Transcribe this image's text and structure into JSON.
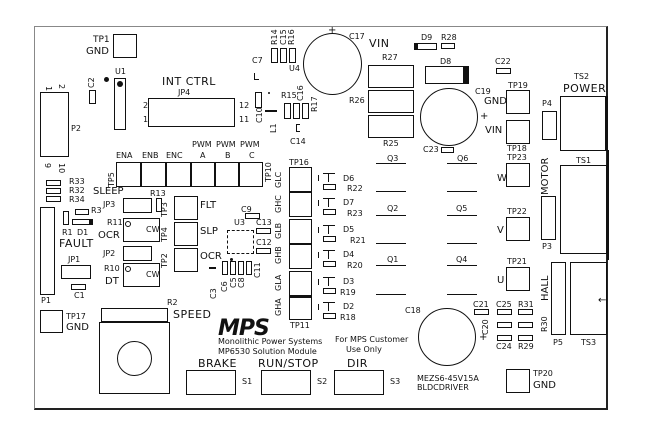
{
  "board": {
    "manufacturer_logo": "MPS",
    "company_line1": "Monolithic Power Systems",
    "company_line2": "MP6530 Solution Module",
    "notice_line1": "For MPS Customer",
    "notice_line2": "Use Only",
    "part_line1": "MEZS6-45V15A",
    "part_line2": "BLDCDRIVER"
  },
  "testpoints": {
    "tp1": {
      "ref": "TP1",
      "label": "GND"
    },
    "tp17": {
      "ref": "TP17",
      "label": "GND"
    },
    "tp20": {
      "ref": "TP20",
      "label": "GND"
    },
    "tp19": {
      "ref": "TP19",
      "label": "GND"
    },
    "tp18": {
      "ref": "TP18",
      "label": "VIN"
    },
    "tp23": {
      "ref": "TP23",
      "label": "W"
    },
    "tp22": {
      "ref": "TP22",
      "label": "V"
    },
    "tp21": {
      "ref": "TP21",
      "label": "U"
    },
    "tp5": {
      "ref": "TP5"
    },
    "tp10": {
      "ref": "TP10"
    },
    "tp3": {
      "ref": "TP3",
      "label": "FLT"
    },
    "tp4": {
      "ref": "TP4",
      "label": "SLP"
    },
    "tp2": {
      "ref": "TP2",
      "label": "OCR"
    },
    "tp16": {
      "ref": "TP16"
    },
    "tp11": {
      "ref": "TP11"
    }
  },
  "signal_row": [
    "ENA",
    "ENB",
    "ENC",
    "PWM A",
    "PWM B",
    "PWM C"
  ],
  "signal_row_top": [
    "",
    "",
    "",
    "PWM",
    "PWM",
    "PWM"
  ],
  "signal_row_bottom": [
    "ENA",
    "ENB",
    "ENC",
    "A",
    "B",
    "C"
  ],
  "gate_labels": [
    "GLC",
    "GHC",
    "GLB",
    "GHB",
    "GLA",
    "GHA"
  ],
  "diodes_right": [
    {
      "d": "D6",
      "r": "R22"
    },
    {
      "d": "D7",
      "r": "R23"
    },
    {
      "d": "D5",
      "r": "R21"
    },
    {
      "d": "D4",
      "r": "R20"
    },
    {
      "d": "D3",
      "r": "R19"
    },
    {
      "d": "D2",
      "r": "R18"
    }
  ],
  "mosfets": [
    "Q3",
    "Q6",
    "Q2",
    "Q5",
    "Q1",
    "Q4"
  ],
  "components": {
    "u1": "U1",
    "u3": "U3",
    "u4": "U4",
    "c1": "C1",
    "c2": "C2",
    "c3": "C3",
    "c5": "C5",
    "c6": "C6",
    "c7": "C7",
    "c8": "C8",
    "c9": "C9",
    "c10": "C10",
    "c11": "C11",
    "c12": "C12",
    "c13": "C13",
    "c14": "C14",
    "c15": "C15",
    "c16": "C16",
    "c17": "C17",
    "c18": "C18",
    "c19": "C19",
    "c20": "C20",
    "c21": "C21",
    "c22": "C22",
    "c23": "C23",
    "c24": "C24",
    "c25": "C25",
    "r1": "R1",
    "r2": "R2",
    "r3": "R3",
    "r10": "R10",
    "r11": "R11",
    "r13": "R13",
    "r14": "R14",
    "r15": "R15",
    "r16": "R16",
    "r17": "R17",
    "r25": "R25",
    "r26": "R26",
    "r27": "R27",
    "r28": "R28",
    "r29": "R29",
    "r30": "R30",
    "r31": "R31",
    "r32": "R32",
    "r33": "R33",
    "r34": "R34",
    "d1": "D1",
    "d8": "D8",
    "d9": "D9",
    "l1": "L1",
    "jp1": "JP1",
    "jp2": "JP2",
    "jp3": "JP3",
    "jp4": "JP4",
    "p1": "P1",
    "p2": "P2",
    "p3": "P3",
    "p4": "P4",
    "p5": "P5",
    "ts1": "TS1",
    "ts2": "TS2",
    "ts3": "TS3",
    "s1": "S1",
    "s2": "S2",
    "s3": "S3"
  },
  "labels": {
    "int_ctrl": "INT CTRL",
    "vin": "VIN",
    "power": "POWER",
    "motor": "MOTOR",
    "hall": "HALL",
    "sleep": "SLEEP",
    "fault": "FAULT",
    "ocr": "OCR",
    "dt": "DT",
    "cw": "CW",
    "speed": "SPEED",
    "brake": "BRAKE",
    "run_stop": "RUN/STOP",
    "dir": "DIR",
    "plus": "+",
    "arrow": "←",
    "jp4_pin2": "2",
    "jp4_pin1": "1",
    "jp4_pin12": "12",
    "jp4_pin11": "11",
    "p2_pin1": "1",
    "p2_pin2": "2",
    "p2_pin9": "9",
    "p2_pin10": "10"
  }
}
